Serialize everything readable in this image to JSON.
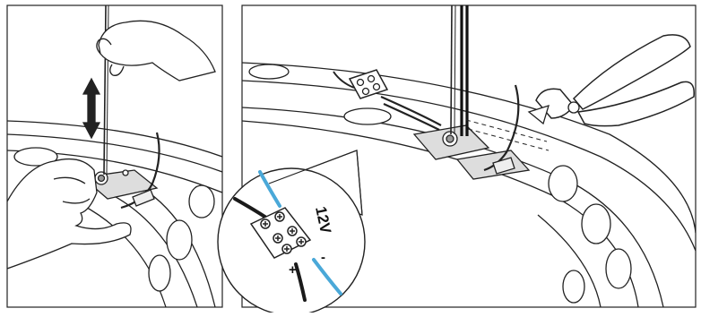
{
  "panels": [
    {
      "id": "left",
      "step": "adjust-suspension-cable"
    },
    {
      "id": "right",
      "step": "connect-and-trim-wires"
    }
  ],
  "callout": {
    "voltage_label": "12V",
    "plus_label": "+",
    "minus_label": "-",
    "wire_colors": {
      "positive": "#1a1a1a",
      "negative": "#4aa8d8"
    }
  },
  "icons": [
    "double-arrow-icon",
    "hand-icon",
    "wire-cutter-icon",
    "terminal-block-icon",
    "screw-terminal-icon"
  ]
}
